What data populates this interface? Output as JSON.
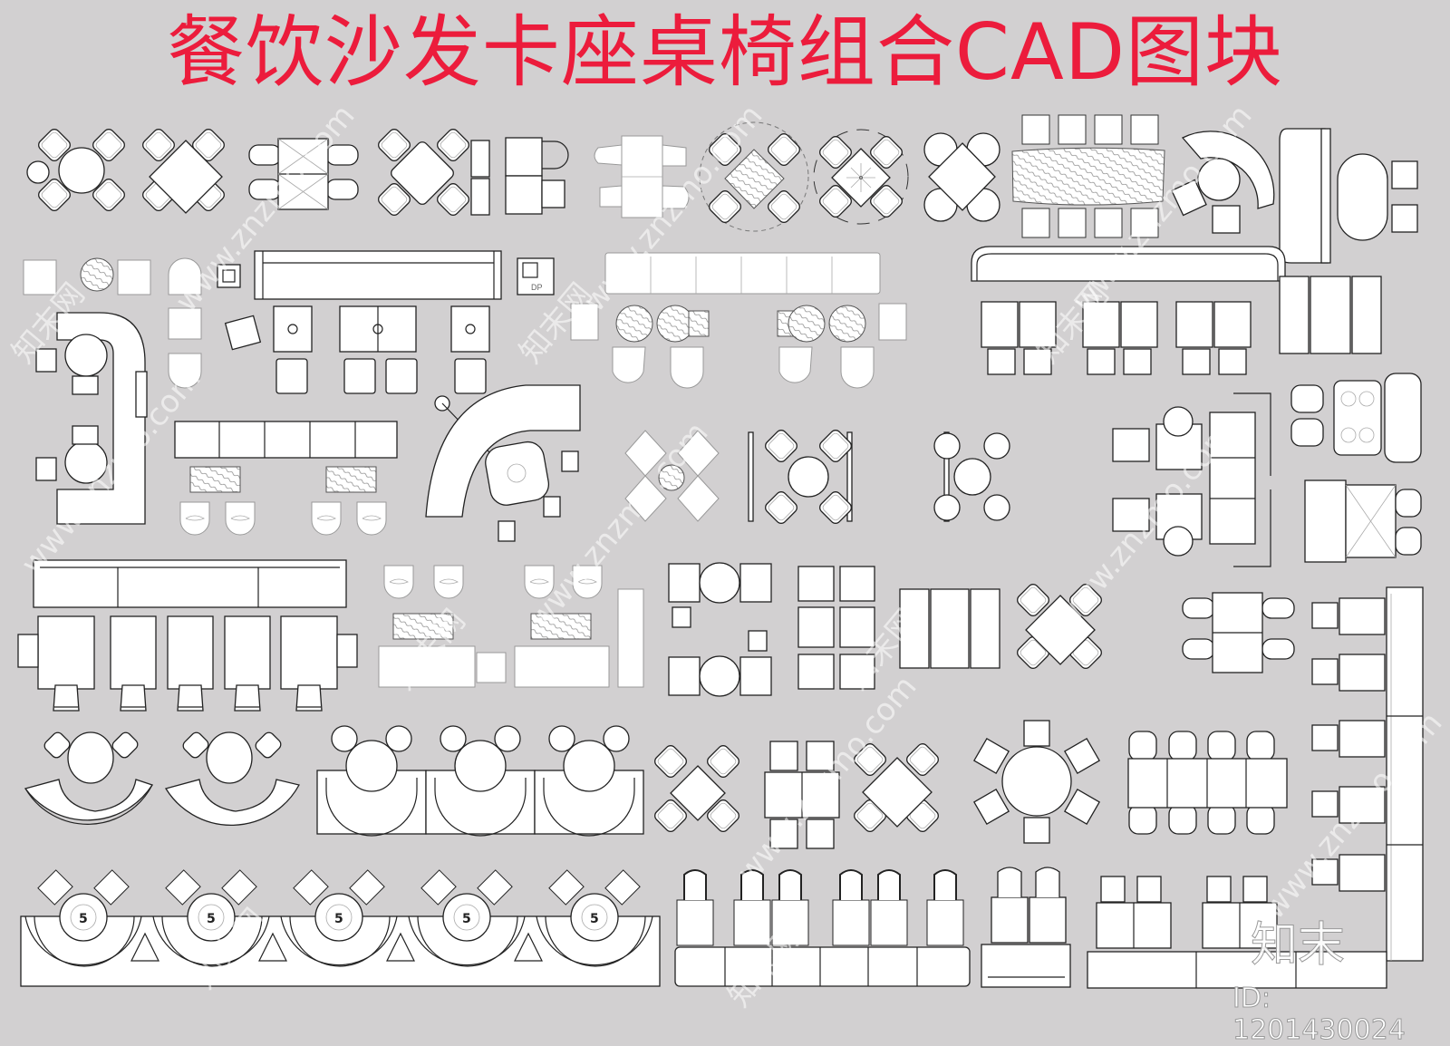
{
  "title": "餐饮沙发卡座桌椅组合CAD图块",
  "watermarks": {
    "site": "www.znzmo.com",
    "brand_cn": "知末网",
    "brand_logo": "知末"
  },
  "image_id": "ID: 1201430024",
  "colors": {
    "background": "#d2d0d1",
    "title": "#ec1c3c",
    "line": "#222222",
    "fill": "#ffffff"
  },
  "blocks": {
    "row1": [
      "round-table-4-chairs",
      "diamond-table-4-chairs",
      "square-table-4-chairs",
      "rounded-square-table-4-chairs",
      "booth-table-bentwood-chairs",
      "square-table-armchairs",
      "wood-grain-table-4-chairs",
      "umbrella-table-4-chairs",
      "square-table-round-chairs",
      "wood-slab-long-table-8-chairs",
      "curved-sofa-round-table",
      "bench-sofa",
      "oval-table-2-chairs"
    ],
    "row2": [
      "armchair-pair-round-side-table",
      "lounge-chair",
      "long-banquette-5-seats",
      "planter-box",
      "long-banquette-6-seats",
      "curved-bar-banquette",
      "bar-tables-with-stools",
      "booth-sofa-pair"
    ],
    "row3": [
      "l-shaped-booth",
      "coffee-tables",
      "curved-sectional-sofa",
      "lounge-chairs-round-table",
      "round-table-4-chairs-partition",
      "sofa-set-coffee-table",
      "booth-table-4"
    ],
    "row4": [
      "long-sofa-5-tables",
      "tub-chairs-coffee-tables",
      "armchairs-round-tables",
      "square-armchair-set",
      "double-booth",
      "square-table-4-chairs",
      "long-wall-sofa-tables"
    ],
    "row5": [
      "semicircle-booth-2",
      "u-booth-3",
      "square-table-4",
      "rect-table-4",
      "diamond-table-4",
      "round-table-8-chairs",
      "long-table-8-chairs"
    ],
    "row6": [
      "semicircle-booth-5",
      "bar-counter-stools",
      "sofa-bench",
      "l-sofa-tables"
    ]
  },
  "table_label": "5",
  "tag_dp": "DP"
}
